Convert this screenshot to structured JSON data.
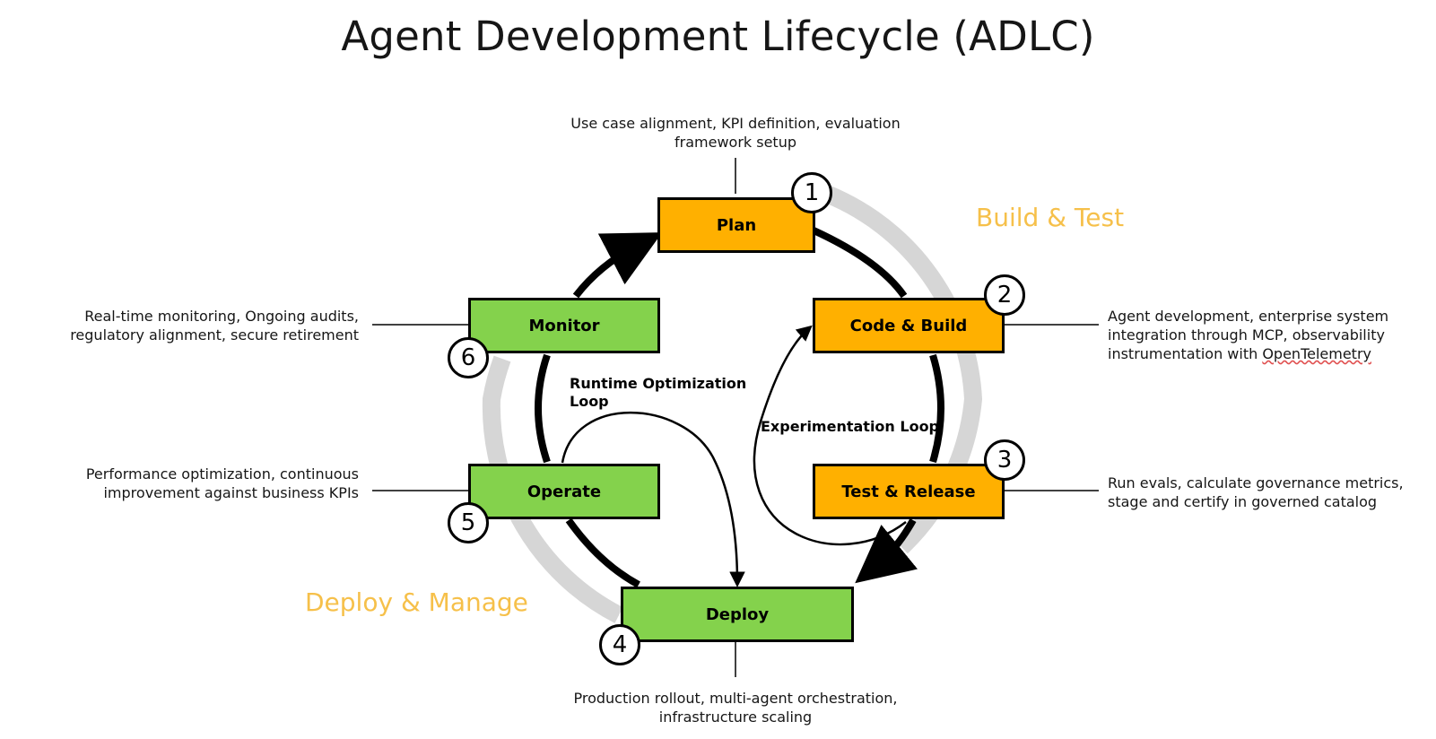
{
  "title": "Agent Development Lifecycle (ADLC)",
  "phases": {
    "build_test": "Build & Test",
    "deploy_manage": "Deploy & Manage"
  },
  "colors": {
    "build_stage": "#FFB000",
    "deploy_stage": "#84D24C",
    "phase_label": "#F6C04A",
    "ring": "#D6D6D6"
  },
  "stages": [
    {
      "number": "1",
      "name": "Plan",
      "description": [
        "Use case alignment, KPI definition, evaluation",
        "framework setup"
      ]
    },
    {
      "number": "2",
      "name": "Code & Build",
      "description": [
        "Agent development, enterprise system",
        "integration through MCP, observability",
        "instrumentation with ",
        "OpenTelemetry"
      ]
    },
    {
      "number": "3",
      "name": "Test & Release",
      "description": [
        "Run evals, calculate governance metrics,",
        "stage and certify in governed catalog"
      ]
    },
    {
      "number": "4",
      "name": "Deploy",
      "description": [
        "Production rollout, multi-agent orchestration,",
        "infrastructure scaling"
      ]
    },
    {
      "number": "5",
      "name": "Operate",
      "description": [
        "Performance optimization, continuous",
        "improvement against business KPIs"
      ]
    },
    {
      "number": "6",
      "name": "Monitor",
      "description": [
        "Real-time monitoring, Ongoing audits,",
        "regulatory alignment, secure retirement"
      ]
    }
  ],
  "loops": {
    "runtime": [
      "Runtime Optimization",
      "Loop"
    ],
    "experimentation": "Experimentation Loop"
  }
}
